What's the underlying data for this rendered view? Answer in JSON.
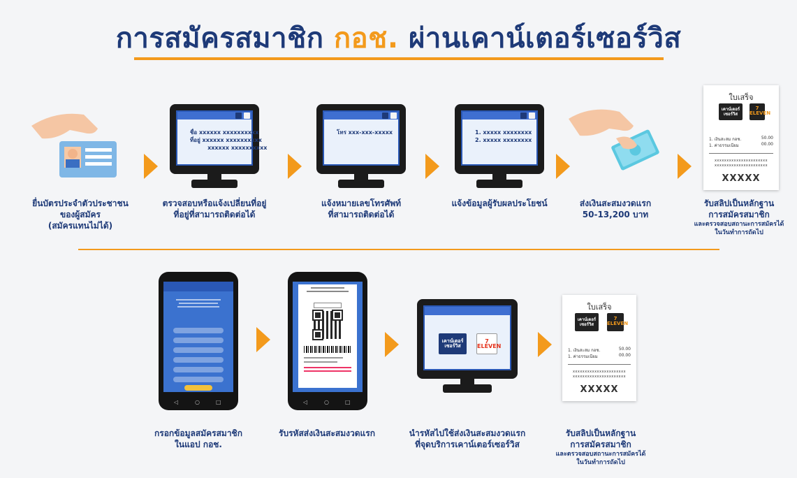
{
  "title": {
    "part1": "การสมัครสมาชิก",
    "highlight": "กอช.",
    "part2": "ผ่านเคาน์เตอร์เซอร์วิส"
  },
  "colors": {
    "navy": "#1e3a78",
    "orange": "#f39a1c",
    "blue": "#3f6fd1"
  },
  "steps_top": [
    {
      "caption_lines": [
        "ยื่นบัตรประจำตัวประชาชน",
        "ของผู้สมัคร",
        "(สมัครแทนไม่ได้)"
      ],
      "icon": "id-card-hand-icon"
    },
    {
      "caption_lines": [
        "ตรวจสอบหรือแจ้งเปลี่ยนที่อยู่",
        "ที่อยู่ที่สามารถติดต่อได้"
      ],
      "screen_text": "ชื่อ xxxxxx xxxxxxxxxx\nที่อยู่ xxxxxx xxxxxxxxxx\n         xxxxxx xxxxxxxxxx"
    },
    {
      "caption_lines": [
        "แจ้งหมายเลขโทรศัพท์",
        "ที่สามารถติดต่อได้"
      ],
      "screen_text": "โทร xxx-xxx-xxxxx"
    },
    {
      "caption_lines": [
        "แจ้งข้อมูลผู้รับผลประโยชน์"
      ],
      "screen_text": "1. xxxxx xxxxxxxx\n2. xxxxx xxxxxxxx"
    },
    {
      "caption_lines": [
        "ส่งเงินสะสมงวดแรก",
        "50-13,200 บาท"
      ],
      "icon": "cash-hand-icon"
    },
    {
      "caption_lines": [
        "รับสลิปเป็นหลักฐาน",
        "การสมัครสมาชิก"
      ],
      "sub_lines": [
        "และตรวจสอบสถานะการสมัครได้",
        "ในวันทำการถัดไป"
      ]
    }
  ],
  "steps_bottom": [
    {
      "caption_lines": [
        "กรอกข้อมูลสมัครสมาชิก",
        "ในแอป กอช."
      ]
    },
    {
      "caption_lines": [
        "รับรหัสส่งเงินสะสมงวดแรก"
      ]
    },
    {
      "caption_lines": [
        "นำรหัสไปใช้ส่งเงินสะสมงวดแรก",
        "ที่จุดบริการเคาน์เตอร์เซอร์วิส"
      ]
    },
    {
      "caption_lines": [
        "รับสลิปเป็นหลักฐาน",
        "การสมัครสมาชิก"
      ],
      "sub_lines": [
        "และตรวจสอบสถานะการสมัครได้",
        "ในวันทำการถัดไป"
      ]
    }
  ],
  "receipt": {
    "title": "ใบเสร็จ",
    "logo_cs": "เคาน์เตอร์ เซอร์วิส",
    "logo_711": "7 ELEVEN",
    "row1_label": "1. เงินสะสม กอช.",
    "row1_value": "50.00",
    "row2_label": "1. ค่าธรรมเนียม",
    "row2_value": "00.00",
    "xx1": "xxxxxxxxxxxxxxxxxxxxxx",
    "xx2": "xxxxxxxxxxxxxxxxxxxxxx",
    "code": "XXXXX"
  }
}
